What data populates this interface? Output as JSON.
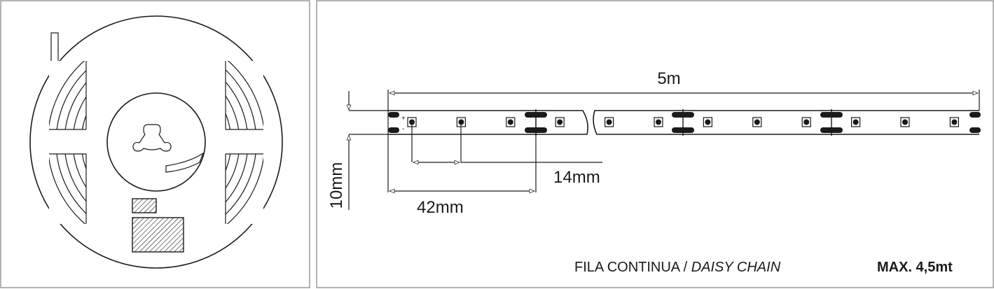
{
  "dimensions": {
    "length": "5m",
    "width": "10mm",
    "led_pitch": "14mm",
    "cut_pitch": "42mm"
  },
  "strip": {
    "plus": "+",
    "minus": "-"
  },
  "footer": {
    "daisy_prefix": "FILA CONTINUA / ",
    "daisy_italic": "DAISY CHAIN",
    "max_length": "MAX. 4,5mt"
  },
  "colors": {
    "ink": "#1a1a1a",
    "border": "#9a9a9a",
    "background": "#ffffff"
  }
}
